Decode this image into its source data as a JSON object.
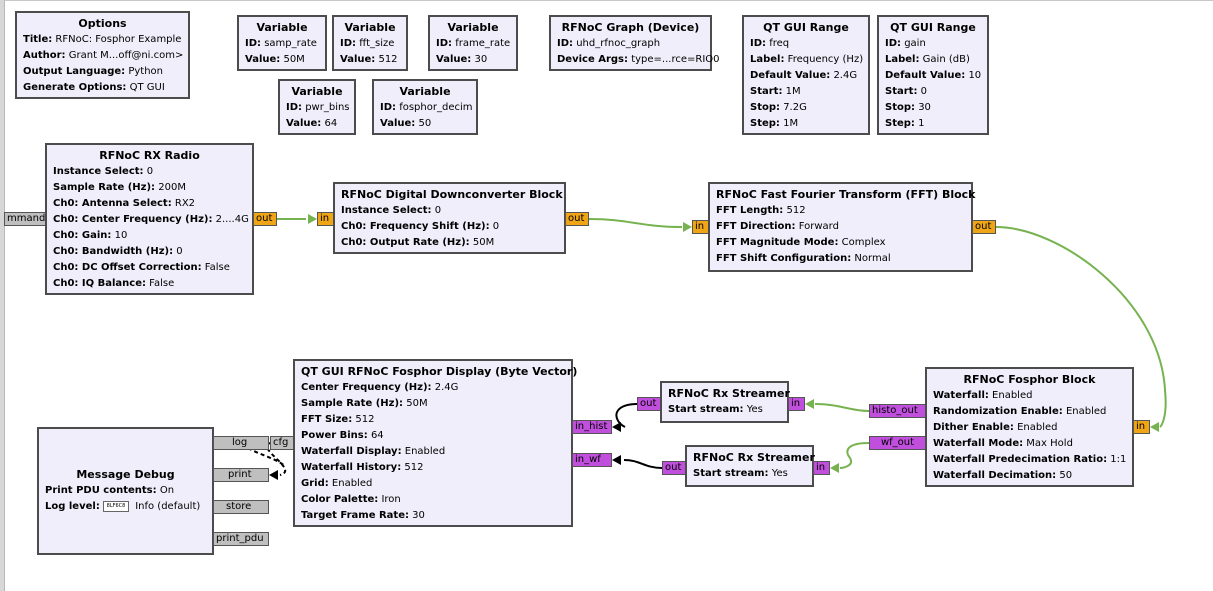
{
  "colors": {
    "block_bg": "#f0eefa",
    "stream_port": "#f0a516",
    "vector_port": "#bf4fdc",
    "message_port": "#bfbfbf",
    "stream_wire": "#76b350",
    "message_wire": "#000000"
  },
  "options": {
    "title": "Options",
    "rows": [
      {
        "k": "Title:",
        "v": " RFNoC: Fosphor Example"
      },
      {
        "k": "Author:",
        "v": " Grant M...off@ni.com>"
      },
      {
        "k": "Output Language:",
        "v": " Python"
      },
      {
        "k": "Generate Options:",
        "v": " QT GUI"
      }
    ]
  },
  "variables": [
    {
      "title": "Variable",
      "id_k": "ID:",
      "id_v": " samp_rate",
      "val_k": "Value:",
      "val_v": " 50M"
    },
    {
      "title": "Variable",
      "id_k": "ID:",
      "id_v": " fft_size",
      "val_k": "Value:",
      "val_v": " 512"
    },
    {
      "title": "Variable",
      "id_k": "ID:",
      "id_v": " frame_rate",
      "val_k": "Value:",
      "val_v": " 30"
    },
    {
      "title": "Variable",
      "id_k": "ID:",
      "id_v": " pwr_bins",
      "val_k": "Value:",
      "val_v": " 64"
    },
    {
      "title": "Variable",
      "id_k": "ID:",
      "id_v": " fosphor_decim",
      "val_k": "Value:",
      "val_v": " 50"
    }
  ],
  "graph": {
    "title": "RFNoC Graph (Device)",
    "rows": [
      {
        "k": "ID:",
        "v": " uhd_rfnoc_graph"
      },
      {
        "k": "Device Args:",
        "v": " type=...rce=RIO0"
      }
    ]
  },
  "range_freq": {
    "title": "QT GUI Range",
    "rows": [
      {
        "k": "ID:",
        "v": " freq"
      },
      {
        "k": "Label:",
        "v": " Frequency (Hz)"
      },
      {
        "k": "Default Value:",
        "v": " 2.4G"
      },
      {
        "k": "Start:",
        "v": " 1M"
      },
      {
        "k": "Stop:",
        "v": " 7.2G"
      },
      {
        "k": "Step:",
        "v": " 1M"
      }
    ]
  },
  "range_gain": {
    "title": "QT GUI Range",
    "rows": [
      {
        "k": "ID:",
        "v": " gain"
      },
      {
        "k": "Label:",
        "v": " Gain (dB)"
      },
      {
        "k": "Default Value:",
        "v": " 10"
      },
      {
        "k": "Start:",
        "v": " 0"
      },
      {
        "k": "Stop:",
        "v": " 30"
      },
      {
        "k": "Step:",
        "v": " 1"
      }
    ]
  },
  "rx_radio": {
    "title": "RFNoC RX Radio",
    "in_port": "mmand",
    "out_port": "out",
    "rows": [
      {
        "k": "Instance Select:",
        "v": " 0"
      },
      {
        "k": "Sample Rate (Hz):",
        "v": " 200M"
      },
      {
        "k": "Ch0: Antenna Select:",
        "v": " RX2"
      },
      {
        "k": "Ch0: Center Frequency (Hz):",
        "v": " 2....4G"
      },
      {
        "k": "Ch0: Gain:",
        "v": " 10"
      },
      {
        "k": "Ch0: Bandwidth (Hz):",
        "v": " 0"
      },
      {
        "k": "Ch0: DC Offset Correction:",
        "v": " False"
      },
      {
        "k": "Ch0: IQ Balance:",
        "v": " False"
      }
    ]
  },
  "ddc": {
    "title": "RFNoC Digital Downconverter Block",
    "in_port": "in",
    "out_port": "out",
    "rows": [
      {
        "k": "Instance Select:",
        "v": " 0"
      },
      {
        "k": "Ch0: Frequency Shift (Hz):",
        "v": " 0"
      },
      {
        "k": "Ch0: Output Rate (Hz):",
        "v": " 50M"
      }
    ]
  },
  "fft": {
    "title": "RFNoC Fast Fourier Transform (FFT) Block",
    "in_port": "in",
    "out_port": "out",
    "rows": [
      {
        "k": "FFT Length:",
        "v": " 512"
      },
      {
        "k": "FFT Direction:",
        "v": " Forward"
      },
      {
        "k": "FFT Magnitude Mode:",
        "v": " Complex"
      },
      {
        "k": "FFT Shift Configuration:",
        "v": " Normal"
      }
    ]
  },
  "fosphor_block": {
    "title": "RFNoC Fosphor Block",
    "in_port": "in",
    "out_histo": "histo_out",
    "out_wf": "wf_out",
    "rows": [
      {
        "k": "Waterfall:",
        "v": " Enabled"
      },
      {
        "k": "Randomization Enable:",
        "v": " Enabled"
      },
      {
        "k": "Dither Enable:",
        "v": " Enabled"
      },
      {
        "k": "Waterfall Mode:",
        "v": " Max Hold"
      },
      {
        "k": "Waterfall Predecimation Ratio:",
        "v": " 1:1"
      },
      {
        "k": "Waterfall Decimation:",
        "v": " 50"
      }
    ]
  },
  "streamer1": {
    "title": "RFNoC Rx Streamer",
    "in_port": "in",
    "out_port": "out",
    "rows": [
      {
        "k": "Start stream:",
        "v": " Yes"
      }
    ]
  },
  "streamer2": {
    "title": "RFNoC Rx Streamer",
    "in_port": "in",
    "out_port": "out",
    "rows": [
      {
        "k": "Start stream:",
        "v": " Yes"
      }
    ]
  },
  "fosphor_display": {
    "title": "QT GUI RFNoC Fosphor Display (Byte Vector)",
    "in_hist": "in_hist",
    "in_wf": "in_wf",
    "cfg_port": "cfg",
    "rows": [
      {
        "k": "Center Frequency (Hz):",
        "v": " 2.4G"
      },
      {
        "k": "Sample Rate (Hz):",
        "v": " 50M"
      },
      {
        "k": "FFT Size:",
        "v": " 512"
      },
      {
        "k": "Power Bins:",
        "v": " 64"
      },
      {
        "k": "Waterfall Display:",
        "v": " Enabled"
      },
      {
        "k": "Waterfall History:",
        "v": " 512"
      },
      {
        "k": "Grid:",
        "v": " Enabled"
      },
      {
        "k": "Color Palette:",
        "v": " Iron"
      },
      {
        "k": "Target Frame Rate:",
        "v": " 30"
      }
    ]
  },
  "msg_debug": {
    "title": "Message Debug",
    "ports": [
      "log",
      "print",
      "store",
      "print_pdu"
    ],
    "rows": [
      {
        "k": "Print PDU contents:",
        "v": " On"
      },
      {
        "k": "Log level:",
        "v": " Info (default)"
      }
    ],
    "icon_text": "8LF6C8"
  }
}
